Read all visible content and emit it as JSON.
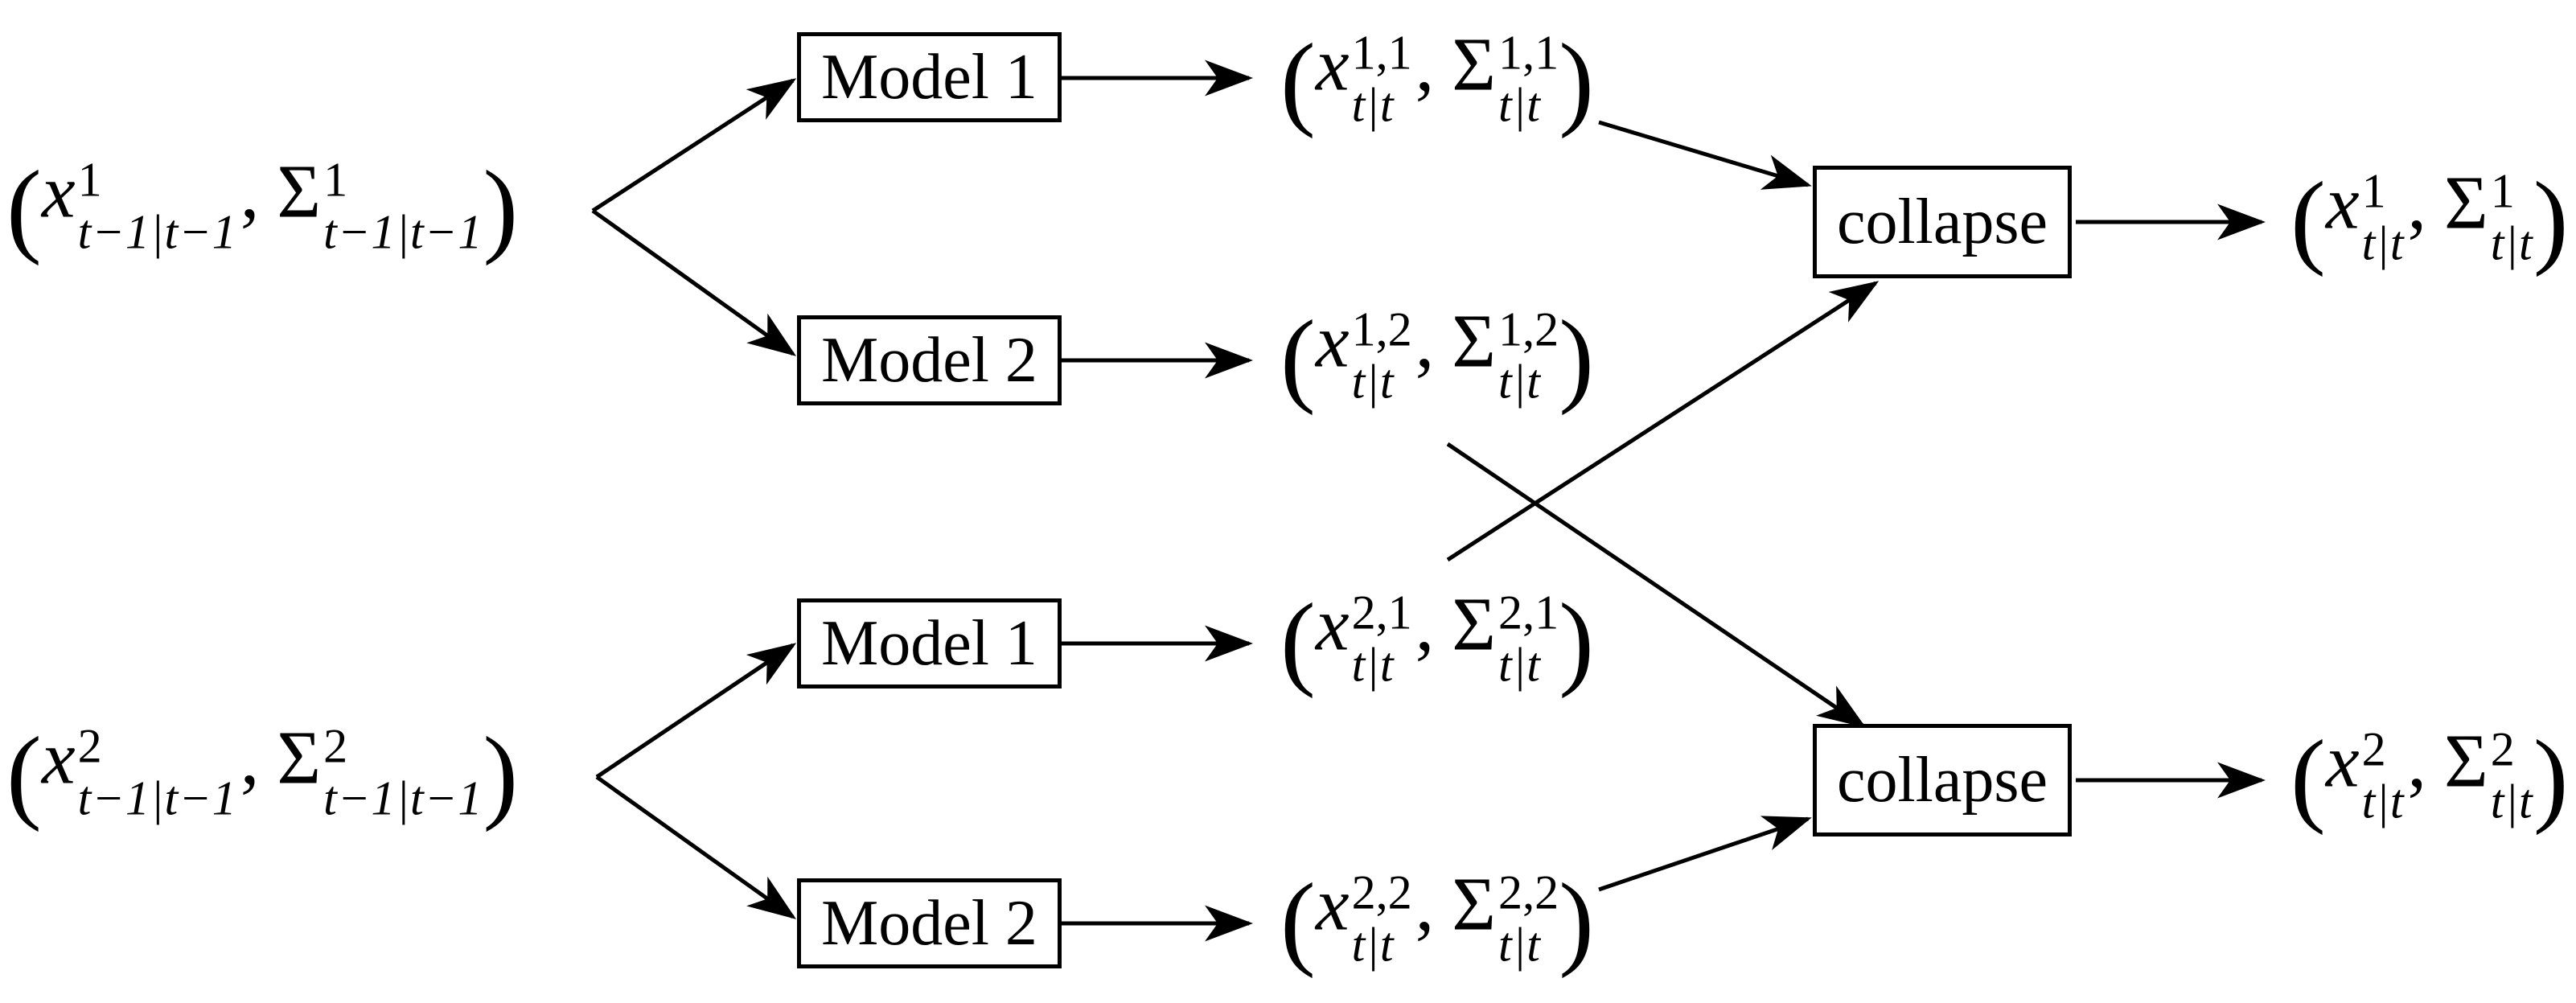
{
  "figure": {
    "ink": "#000000",
    "paper": "#ffffff"
  },
  "symbols": {
    "open": "(",
    "x": "x",
    "comma": ",",
    "sigma": "Σ",
    "close": ")"
  },
  "boxes": {
    "model1_top": {
      "label": "Model 1"
    },
    "model2_top": {
      "label": "Model 2"
    },
    "model1_bottom": {
      "label": "Model 1"
    },
    "model2_bottom": {
      "label": "Model 2"
    },
    "collapse_top": {
      "label": "collapse"
    },
    "collapse_bottom": {
      "label": "collapse"
    }
  },
  "states": {
    "input_1": {
      "x_sup": "1",
      "x_sub": "t−1|t−1",
      "sigma_sup": "1",
      "sigma_sub": "t−1|t−1"
    },
    "input_2": {
      "x_sup": "2",
      "x_sub": "t−1|t−1",
      "sigma_sup": "2",
      "sigma_sub": "t−1|t−1"
    },
    "pred_11": {
      "x_sup": "1,1",
      "x_sub": "t|t",
      "sigma_sup": "1,1",
      "sigma_sub": "t|t"
    },
    "pred_12": {
      "x_sup": "1,2",
      "x_sub": "t|t",
      "sigma_sup": "1,2",
      "sigma_sub": "t|t"
    },
    "pred_21": {
      "x_sup": "2,1",
      "x_sub": "t|t",
      "sigma_sup": "2,1",
      "sigma_sub": "t|t"
    },
    "pred_22": {
      "x_sup": "2,2",
      "x_sub": "t|t",
      "sigma_sup": "2,2",
      "sigma_sub": "t|t"
    },
    "output_1": {
      "x_sup": "1",
      "x_sub": "t|t",
      "sigma_sup": "1",
      "sigma_sub": "t|t"
    },
    "output_2": {
      "x_sup": "2",
      "x_sub": "t|t",
      "sigma_sup": "2",
      "sigma_sub": "t|t"
    }
  }
}
